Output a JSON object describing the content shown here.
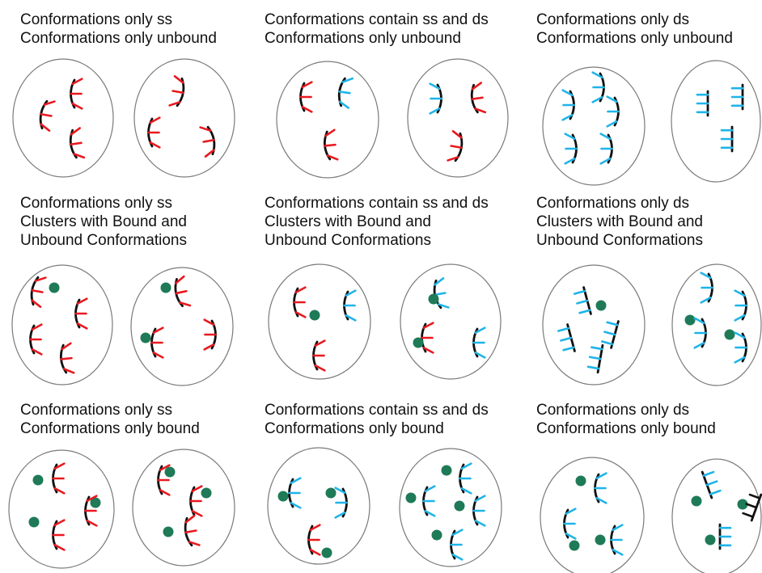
{
  "colors": {
    "single_strand": "#e8191f",
    "double_strand": "#1fb4e8",
    "backbone": "#111111",
    "ligand": "#1e7a57",
    "cell_outline": "#7a7a7a"
  },
  "rows": [
    {
      "panels": [
        {
          "lines": [
            "Conformations only ss",
            "Conformations only unbound"
          ]
        },
        {
          "lines": [
            "Conformations contain ss and ds",
            "Conformations only unbound"
          ]
        },
        {
          "lines": [
            "Conformations only ds",
            "Conformations only unbound"
          ]
        }
      ]
    },
    {
      "panels": [
        {
          "lines": [
            "Conformations only ss",
            "Clusters with Bound and",
            "Unbound Conformations"
          ]
        },
        {
          "lines": [
            "Conformations contain ss and ds",
            "Clusters with Bound and",
            "Unbound Conformations"
          ]
        },
        {
          "lines": [
            "Conformations only ds",
            "Clusters with Bound and",
            "Unbound Conformations"
          ]
        }
      ]
    },
    {
      "panels": [
        {
          "lines": [
            "Conformations only ss",
            "Conformations only bound"
          ]
        },
        {
          "lines": [
            "Conformations contain ss and ds",
            "Conformations only bound"
          ]
        },
        {
          "lines": [
            "Conformations only ds",
            "Conformations only bound"
          ]
        }
      ]
    }
  ]
}
